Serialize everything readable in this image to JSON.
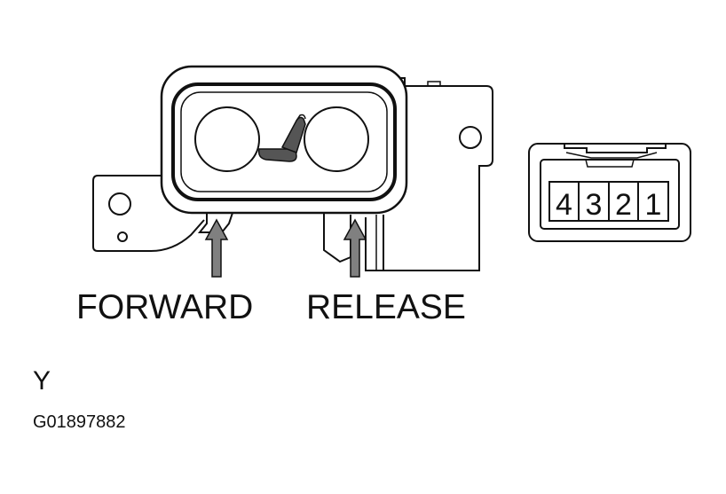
{
  "labels": {
    "forward": "FORWARD",
    "release": "RELEASE",
    "view": "Y",
    "figure_id": "G01897882"
  },
  "connector": {
    "pins": [
      "4",
      "3",
      "2",
      "1"
    ]
  },
  "colors": {
    "line": "#111111",
    "arrow_fill": "#808080",
    "seat_icon": "#555555"
  }
}
